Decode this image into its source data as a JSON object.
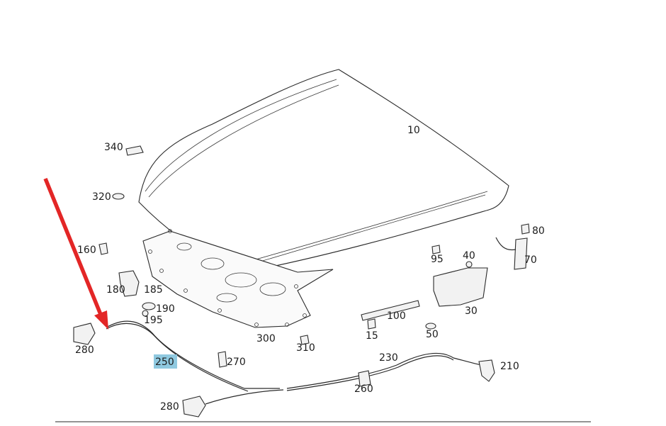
{
  "diagram": {
    "labels": {
      "p10": "10",
      "p340": "340",
      "p320": "320",
      "p160": "160",
      "p180": "180",
      "p185": "185",
      "p190": "190",
      "p195": "195",
      "p280a": "280",
      "p250": "250",
      "p270": "270",
      "p300": "300",
      "p310": "310",
      "p280b": "280",
      "p15": "15",
      "p100": "100",
      "p95": "95",
      "p40": "40",
      "p30": "30",
      "p50": "50",
      "p80": "80",
      "p70": "70",
      "p230": "230",
      "p260": "260",
      "p210": "210"
    },
    "highlighted_label": "250",
    "colors": {
      "arrow": "#e32626",
      "highlight": "#8fc9e0",
      "ink": "#2a2a2a"
    }
  }
}
